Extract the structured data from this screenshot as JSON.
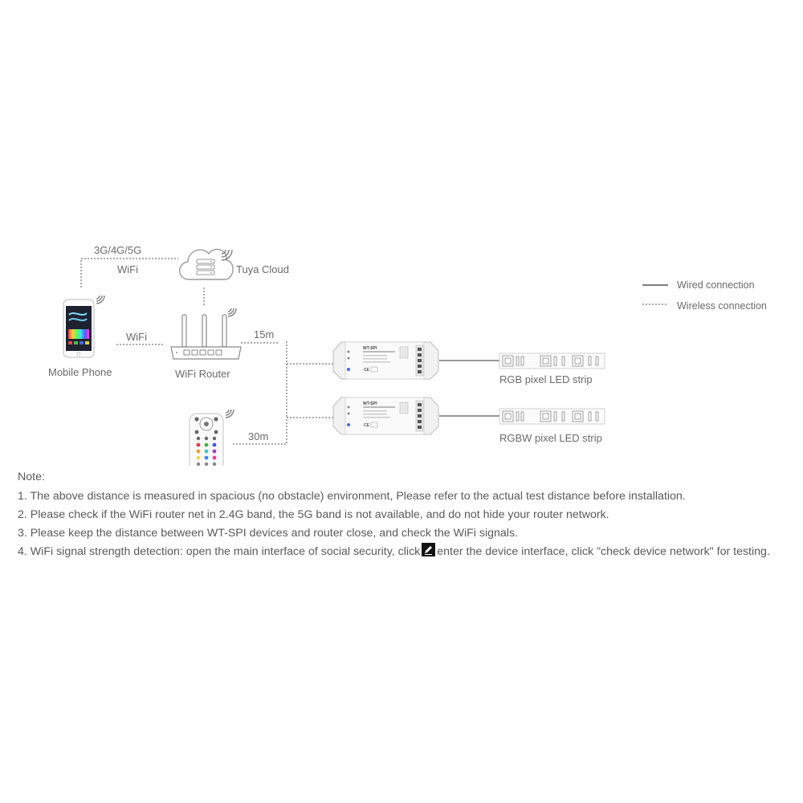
{
  "labels": {
    "cellular": "3G/4G/5G",
    "wifi_top": "WiFi",
    "cloud": "Tuya Cloud",
    "phone": "Mobile Phone",
    "wifi_mid": "WiFi",
    "router": "WiFi Router",
    "dist_15m": "15m",
    "dist_30m": "30m",
    "strip_rgb": "RGB pixel LED strip",
    "strip_rgbw": "RGBW pixel LED strip",
    "controller_model": "WT-SPI"
  },
  "legend": {
    "wired": "Wired connection",
    "wireless": "Wireless connection"
  },
  "notes": {
    "title": "Note:",
    "n1": "1. The above distance is measured in spacious (no obstacle) environment, Please refer to the actual test distance before installation.",
    "n2": "2. Please check if the WiFi router net in 2.4G band, the 5G band is not available, and do not hide your router network.",
    "n3": "3. Please keep the distance between WT-SPI devices and router close, and check the WiFi signals.",
    "n4_before": "4. WiFi signal strength detection: open the main interface of social security, click",
    "n4_after": "enter the device interface, click \"check device network\" for testing."
  }
}
